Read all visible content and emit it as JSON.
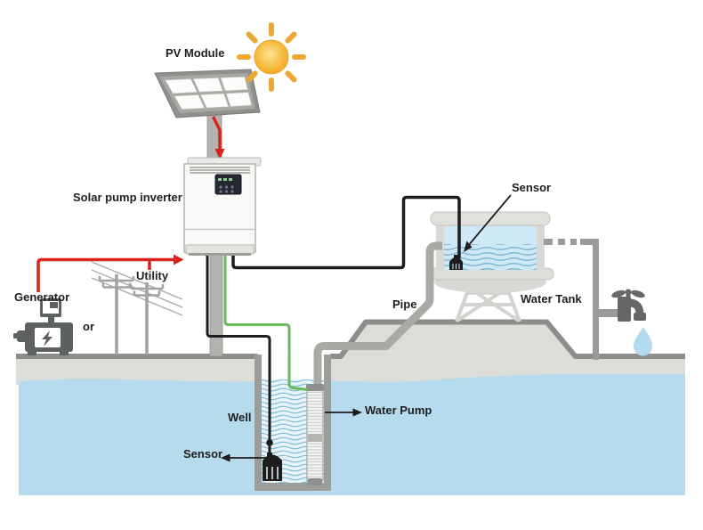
{
  "scene": {
    "title": "Solar pump inverter water pumping system diagram"
  },
  "labels": {
    "pv_module": "PV Module",
    "solar_pump_inverter": "Solar pump inverter",
    "generator": "Generator",
    "or": "or",
    "utility": "Utility",
    "pipe": "Pipe",
    "water_tank": "Water Tank",
    "sensor_tank": "Sensor",
    "well": "Well",
    "sensor_well": "Sensor",
    "water_pump": "Water Pump"
  },
  "colors": {
    "groundwater_blue": "#b6dbee",
    "well_water_blue": "#e8f3fa",
    "tank_water_blue": "#cfe8f6",
    "earth_gray": "#dcdcd8",
    "ground_outline_gray": "#8d8d8b",
    "pipe_gray": "#a9a9a6",
    "structure_light_gray": "#d8d8d5",
    "power_cable_red": "#d8241c",
    "pump_cable_green": "#67b95c",
    "sensor_cable_black": "#1d1d1d",
    "sun_core_orange": "#f6b93a",
    "sun_ray_orange": "#eaa832"
  },
  "icons": [
    "sun-icon",
    "pv-module-icon",
    "mounting-pole",
    "inverter-unit",
    "generator-icon",
    "utility-poles-icon",
    "water-tank-icon",
    "tank-tower",
    "tank-sensor-icon",
    "well-shaft",
    "well-sensor-icon",
    "water-pump-icon",
    "pipe-run",
    "dashed-pipe",
    "faucet-icon",
    "water-drop-icon"
  ]
}
